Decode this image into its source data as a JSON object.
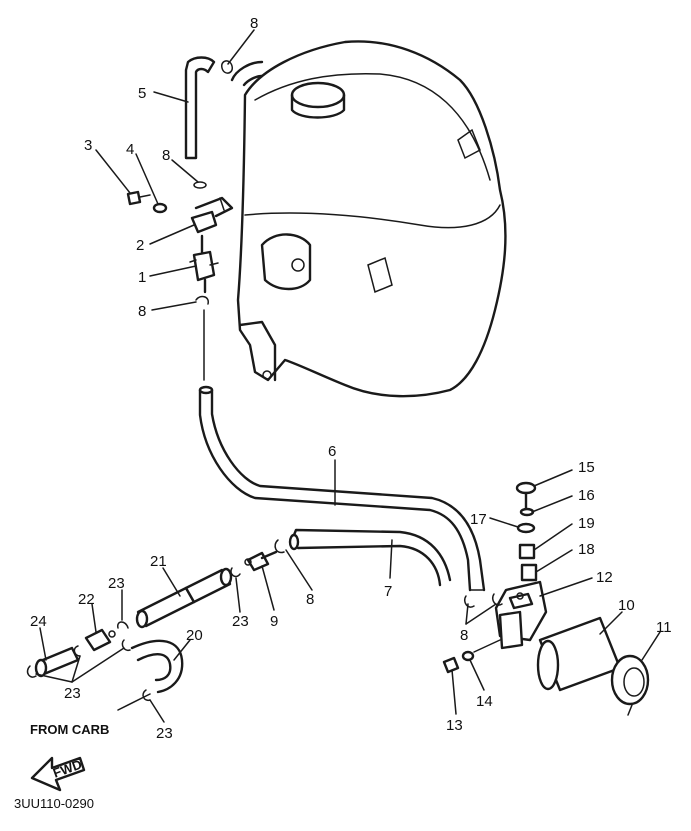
{
  "diagram": {
    "callouts": [
      {
        "id": "c1",
        "text": "1"
      },
      {
        "id": "c2",
        "text": "2"
      },
      {
        "id": "c3",
        "text": "3"
      },
      {
        "id": "c4",
        "text": "4"
      },
      {
        "id": "c5",
        "text": "5"
      },
      {
        "id": "c6",
        "text": "6"
      },
      {
        "id": "c7",
        "text": "7"
      },
      {
        "id": "c8a",
        "text": "8"
      },
      {
        "id": "c8b",
        "text": "8"
      },
      {
        "id": "c8c",
        "text": "8"
      },
      {
        "id": "c8d",
        "text": "8"
      },
      {
        "id": "c8e",
        "text": "8"
      },
      {
        "id": "c9",
        "text": "9"
      },
      {
        "id": "c10",
        "text": "10"
      },
      {
        "id": "c11",
        "text": "11"
      },
      {
        "id": "c12",
        "text": "12"
      },
      {
        "id": "c13",
        "text": "13"
      },
      {
        "id": "c14",
        "text": "14"
      },
      {
        "id": "c15",
        "text": "15"
      },
      {
        "id": "c16",
        "text": "16"
      },
      {
        "id": "c17",
        "text": "17"
      },
      {
        "id": "c18",
        "text": "18"
      },
      {
        "id": "c19",
        "text": "19"
      },
      {
        "id": "c20",
        "text": "20"
      },
      {
        "id": "c21",
        "text": "21"
      },
      {
        "id": "c22",
        "text": "22"
      },
      {
        "id": "c23a",
        "text": "23"
      },
      {
        "id": "c23b",
        "text": "23"
      },
      {
        "id": "c23c",
        "text": "23"
      },
      {
        "id": "c23d",
        "text": "23"
      },
      {
        "id": "c24",
        "text": "24"
      }
    ],
    "from_carb_label": "FROM CARB",
    "fwd_label": "FWD",
    "drawing_code": "3UU110-0290"
  }
}
